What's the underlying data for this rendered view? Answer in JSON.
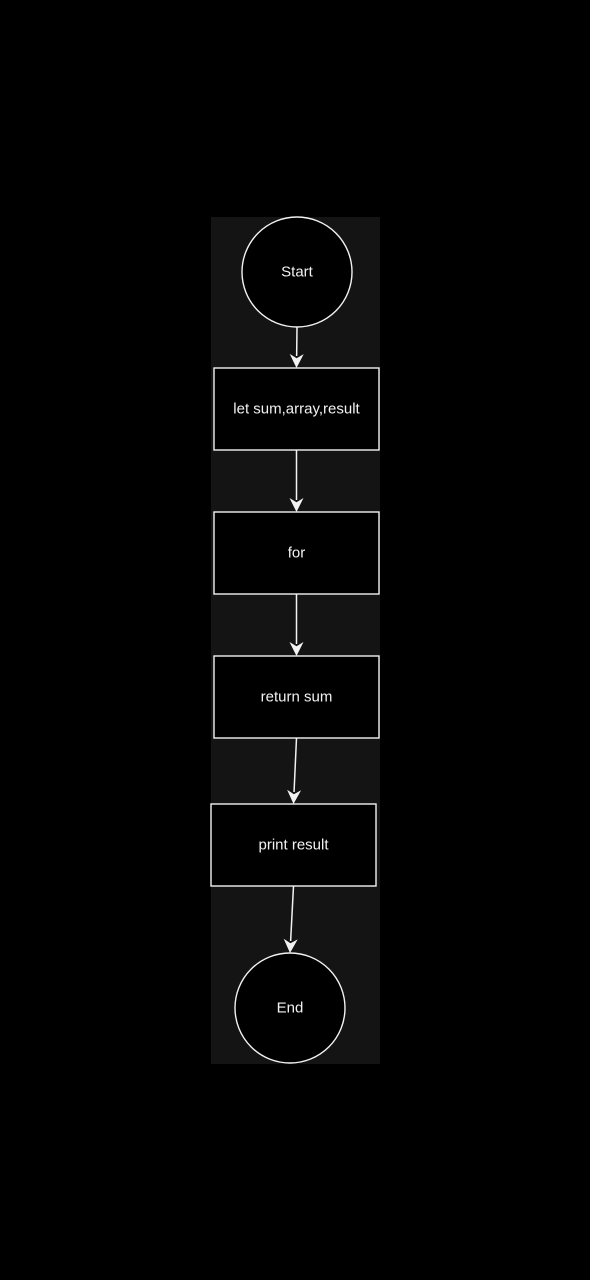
{
  "diagram": {
    "type": "flowchart",
    "colors": {
      "page_background": "#000000",
      "panel_background": "#141414",
      "node_fill": "#000000",
      "stroke": "#f2f2f2",
      "text": "#f2f2f2"
    },
    "nodes": [
      {
        "id": "start",
        "shape": "circle",
        "label": "Start"
      },
      {
        "id": "declare",
        "shape": "rect",
        "label": "let sum,array,result"
      },
      {
        "id": "loop",
        "shape": "rect",
        "label": "for"
      },
      {
        "id": "return",
        "shape": "rect",
        "label": "return sum"
      },
      {
        "id": "print",
        "shape": "rect",
        "label": "print result"
      },
      {
        "id": "end",
        "shape": "circle",
        "label": "End"
      }
    ],
    "edges": [
      {
        "from": "start",
        "to": "declare"
      },
      {
        "from": "declare",
        "to": "loop"
      },
      {
        "from": "loop",
        "to": "return"
      },
      {
        "from": "return",
        "to": "print"
      },
      {
        "from": "print",
        "to": "end"
      }
    ]
  }
}
